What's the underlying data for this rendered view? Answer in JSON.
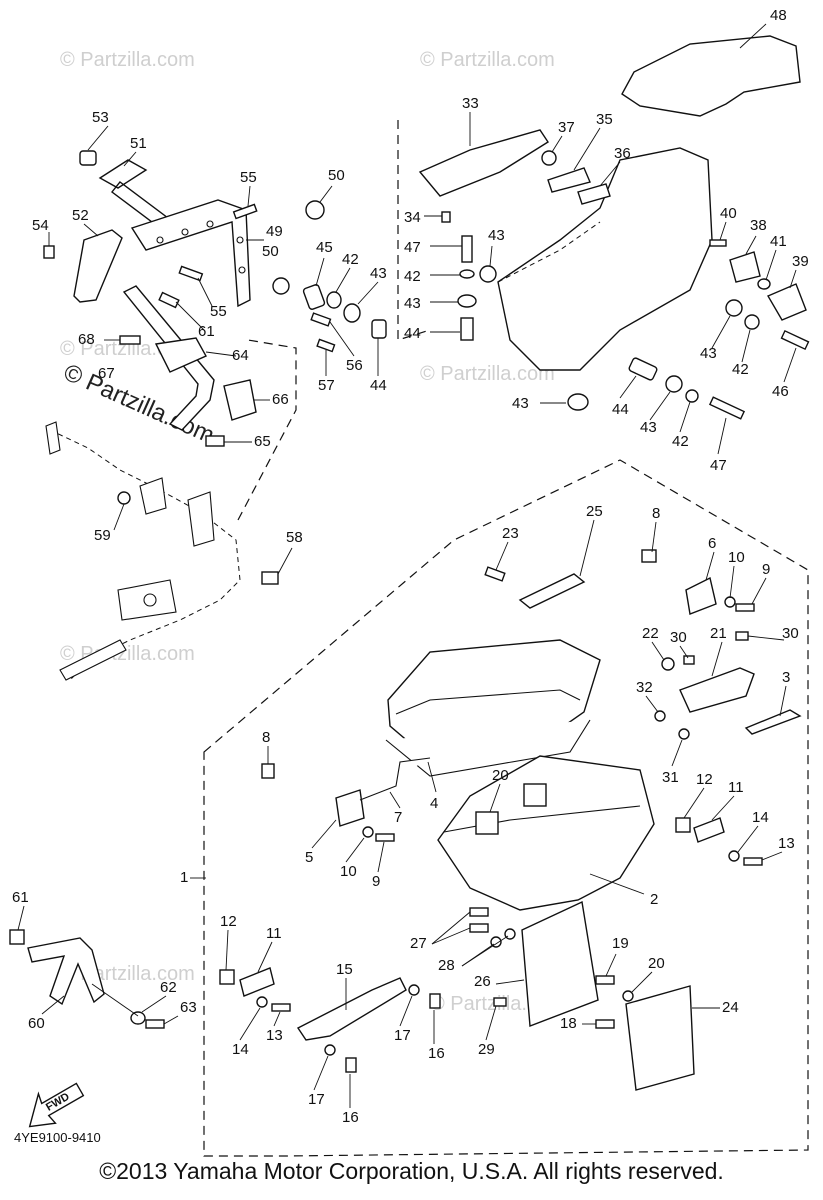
{
  "diagram": {
    "code": "4YE9100-9410",
    "fwd_label": "FWD",
    "copyright": "©2013  Yamaha Motor Corporation, U.S.A. All rights reserved.",
    "watermark": "© Partzilla.com",
    "callouts": {
      "c1": "1",
      "c2": "2",
      "c3": "3",
      "c4": "4",
      "c5": "5",
      "c6": "6",
      "c7": "7",
      "c8": "8",
      "c9": "9",
      "c10": "10",
      "c11": "11",
      "c12": "12",
      "c13": "13",
      "c14": "14",
      "c15": "15",
      "c16": "16",
      "c17": "17",
      "c18": "18",
      "c19": "19",
      "c20": "20",
      "c21": "21",
      "c22": "22",
      "c23": "23",
      "c24": "24",
      "c25": "25",
      "c26": "26",
      "c27": "27",
      "c28": "28",
      "c29": "29",
      "c30": "30",
      "c31": "31",
      "c32": "32",
      "c33": "33",
      "c34": "34",
      "c35": "35",
      "c36": "36",
      "c37": "37",
      "c38": "38",
      "c39": "39",
      "c40": "40",
      "c41": "41",
      "c42": "42",
      "c43": "43",
      "c44": "44",
      "c45": "45",
      "c46": "46",
      "c47": "47",
      "c48": "48",
      "c49": "49",
      "c50": "50",
      "c51": "51",
      "c52": "52",
      "c53": "53",
      "c54": "54",
      "c55": "55",
      "c56": "56",
      "c57": "57",
      "c58": "58",
      "c59": "59",
      "c60": "60",
      "c61": "61",
      "c62": "62",
      "c63": "63",
      "c64": "64",
      "c65": "65",
      "c66": "66",
      "c67": "67",
      "c68": "68"
    }
  }
}
